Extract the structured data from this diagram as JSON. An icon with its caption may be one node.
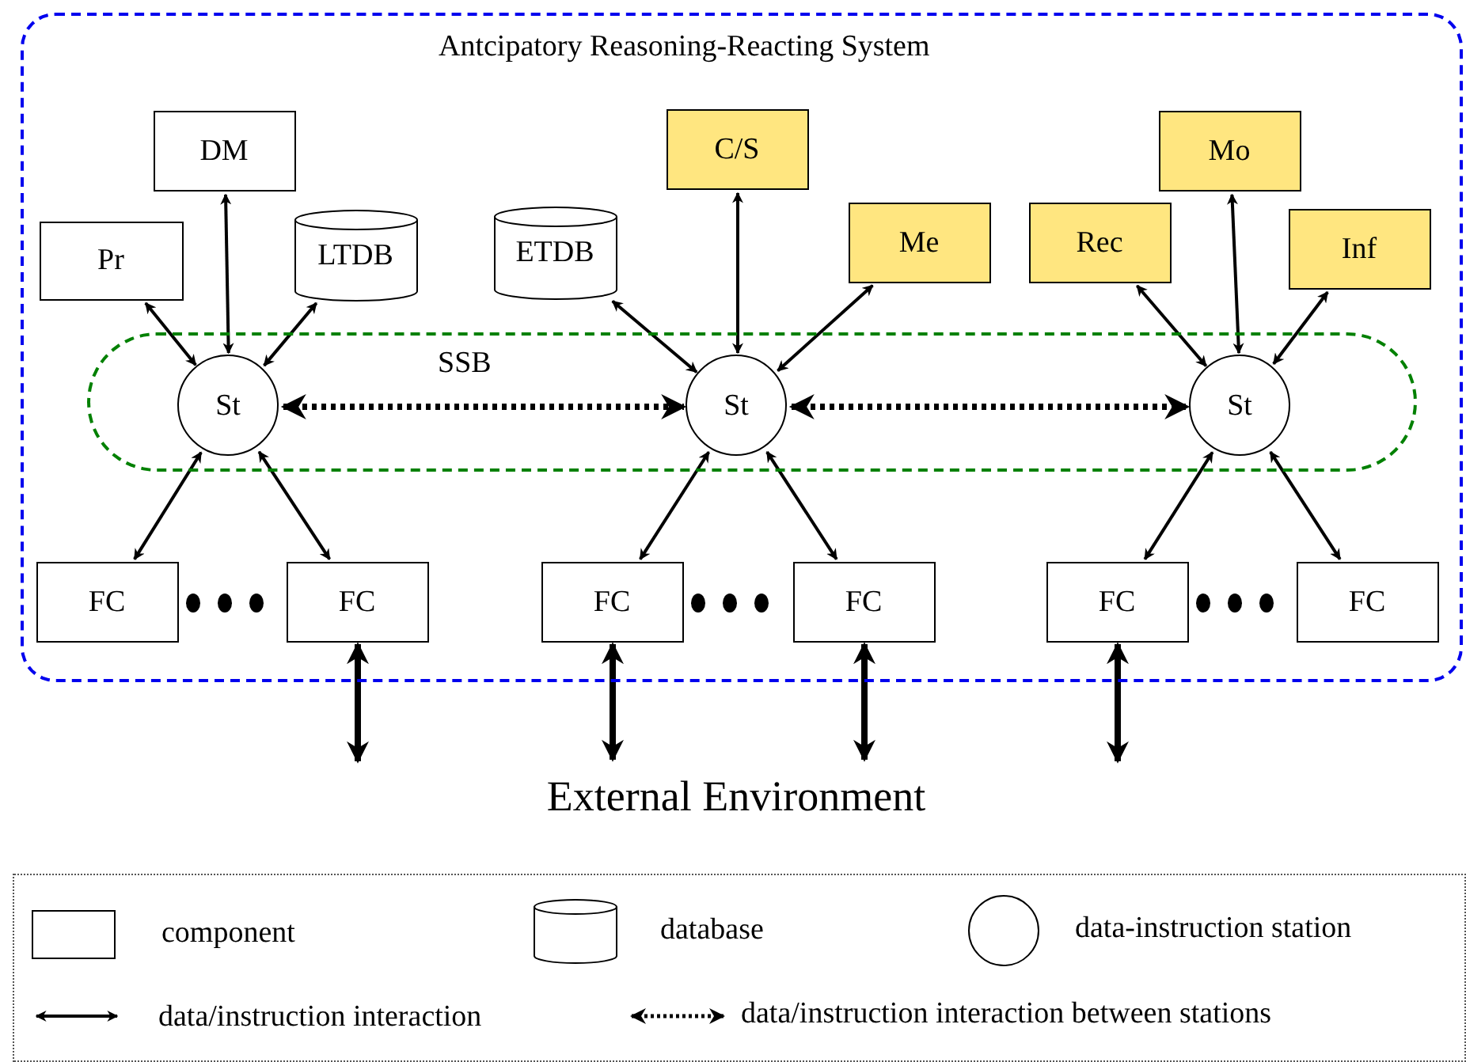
{
  "diagram": {
    "nodes": [
      {
        "text": [
          "Antcipatory Reasoning-Reacting System"
        ]
      },
      {
        "text": [
          "SSB"
        ],
        "in": 0
      },
      {
        "text": [
          "DM"
        ],
        "in": 0
      },
      {
        "text": [
          "Pr"
        ],
        "in": 0
      },
      {
        "text": [
          "LTDB"
        ],
        "in": 0
      },
      {
        "text": [
          "St"
        ],
        "in": 1
      },
      {
        "text": [
          "ETDB"
        ],
        "in": 0
      },
      {
        "text": [
          "C/S"
        ],
        "in": 0
      },
      {
        "text": [
          "Me"
        ],
        "in": 0
      },
      {
        "text": [
          "St"
        ],
        "in": 1
      },
      {
        "text": [
          "Rec"
        ],
        "in": 0
      },
      {
        "text": [
          "Mo"
        ],
        "in": 0
      },
      {
        "text": [
          "Inf"
        ],
        "in": 0
      },
      {
        "text": [
          "St"
        ],
        "in": 1
      },
      {
        "text": [
          "FC"
        ],
        "in": 0
      },
      {
        "text": [
          "FC"
        ],
        "in": 0
      },
      {
        "text": [
          "FC"
        ],
        "in": 0
      },
      {
        "text": [
          "FC"
        ],
        "in": 0
      },
      {
        "text": [
          "FC"
        ],
        "in": 0
      },
      {
        "text": [
          "FC"
        ],
        "in": 0
      },
      {
        "text": [
          "External Environment"
        ]
      }
    ],
    "edges": [
      {
        "from": 3,
        "to": 5,
        "arrow": "both"
      },
      {
        "from": 2,
        "to": 5,
        "arrow": "both"
      },
      {
        "from": 4,
        "to": 5,
        "arrow": "both"
      },
      {
        "from": 5,
        "to": 9,
        "arrow": "both",
        "style": "dashed"
      },
      {
        "from": 6,
        "to": 9,
        "arrow": "both"
      },
      {
        "from": 7,
        "to": 9,
        "arrow": "both"
      },
      {
        "from": 8,
        "to": 9,
        "arrow": "both"
      },
      {
        "from": 9,
        "to": 13,
        "arrow": "both",
        "style": "dashed"
      },
      {
        "from": 10,
        "to": 13,
        "arrow": "both"
      },
      {
        "from": 11,
        "to": 13,
        "arrow": "both"
      },
      {
        "from": 12,
        "to": 13,
        "arrow": "both"
      },
      {
        "from": 5,
        "to": 14,
        "arrow": "both"
      },
      {
        "from": 5,
        "to": 15,
        "arrow": "both"
      },
      {
        "from": 9,
        "to": 16,
        "arrow": "both"
      },
      {
        "from": 9,
        "to": 17,
        "arrow": "both"
      },
      {
        "from": 13,
        "to": 18,
        "arrow": "both"
      },
      {
        "from": 13,
        "to": 19,
        "arrow": "both"
      },
      {
        "from": 15,
        "to": null,
        "arrow": "both",
        "style": "thick"
      },
      {
        "from": 16,
        "to": 20,
        "arrow": "both",
        "style": "thick"
      },
      {
        "from": 17,
        "to": 20,
        "arrow": "both",
        "style": "thick"
      },
      {
        "from": 18,
        "to": null,
        "arrow": "both",
        "style": "thick"
      }
    ],
    "legend": [
      {
        "text": "component"
      },
      {
        "text": "database"
      },
      {
        "text": "data-instruction station"
      },
      {
        "text": "data/instruction interaction"
      },
      {
        "text": "data/instruction interaction between stations"
      }
    ]
  }
}
